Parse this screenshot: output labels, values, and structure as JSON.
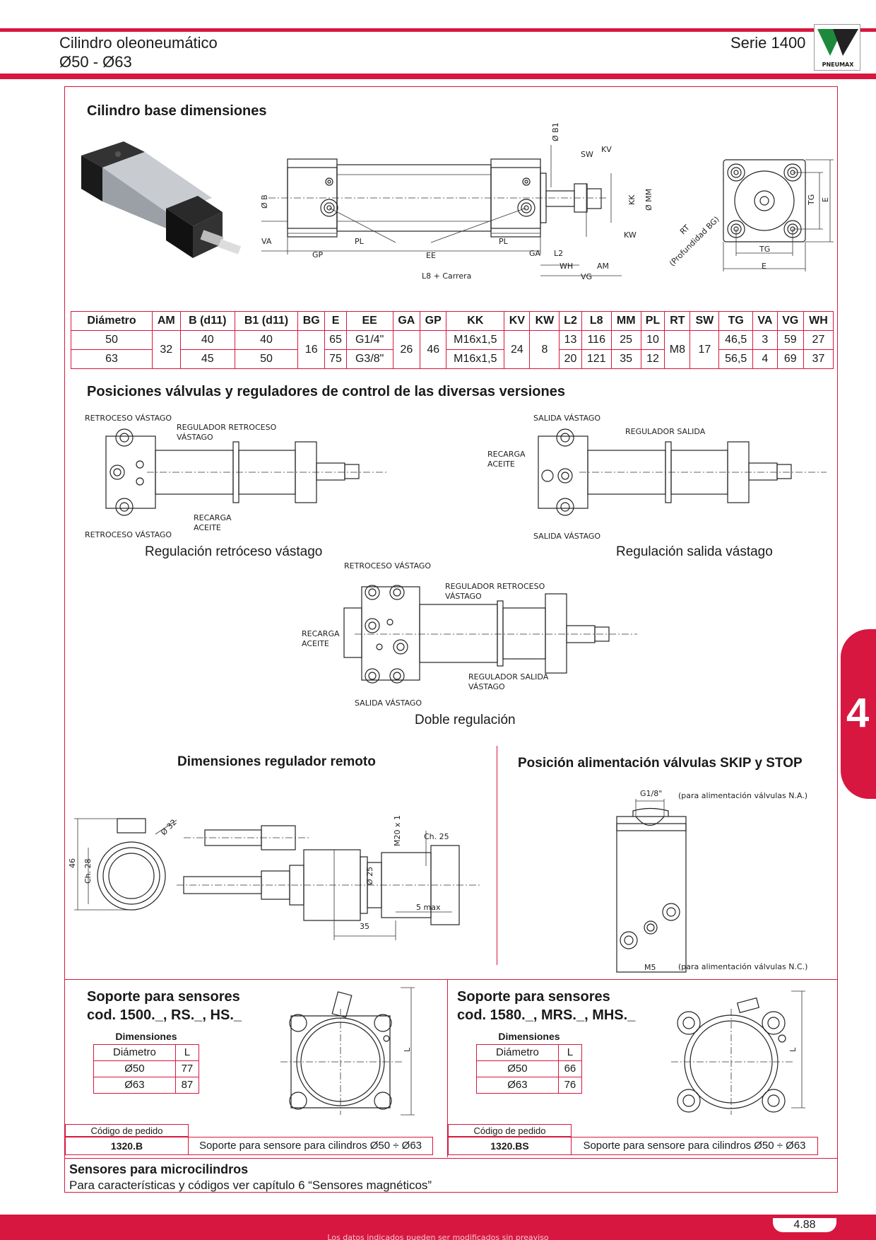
{
  "header": {
    "title_line1": "Cilindro oleoneumático",
    "title_line2": "Ø50 - Ø63",
    "series": "Serie 1400",
    "logo_text": "PNEUMAX"
  },
  "section_base": {
    "title": "Cilindro base dimensiones",
    "labels": {
      "b1": "Ø B1",
      "sw": "SW",
      "kv": "KV",
      "b": "Ø B",
      "kk": "KK",
      "mm": "Ø MM",
      "kw": "KW",
      "va": "VA",
      "pl": "PL",
      "pl2": "PL",
      "gp": "GP",
      "ee": "EE",
      "ga": "GA",
      "l2": "L2",
      "wh": "WH",
      "am": "AM",
      "vg": "VG",
      "l8": "L8 + Carrera",
      "rt": "RT",
      "rt2": "(Profundidad BG)",
      "tg": "TG",
      "tg2": "TG",
      "e": "E",
      "e2": "E"
    }
  },
  "dim_table": {
    "headers": [
      "Diámetro",
      "AM",
      "B (d11)",
      "B1 (d11)",
      "BG",
      "E",
      "EE",
      "GA",
      "GP",
      "KK",
      "KV",
      "KW",
      "L2",
      "L8",
      "MM",
      "PL",
      "RT",
      "SW",
      "TG",
      "VA",
      "VG",
      "WH"
    ],
    "row50": [
      "50",
      "32",
      "40",
      "40",
      "16",
      "65",
      "G1/4\"",
      "26",
      "46",
      "M16x1,5",
      "24",
      "8",
      "13",
      "116",
      "25",
      "10",
      "M8",
      "17",
      "46,5",
      "3",
      "59",
      "27"
    ],
    "row63": [
      "63",
      "45",
      "50",
      "75",
      "G3/8\"",
      "M16x1,5",
      "20",
      "121",
      "35",
      "12",
      "56,5",
      "4",
      "69",
      "37"
    ]
  },
  "section_positions": {
    "title": "Posiciones válvulas y reguladores de control de las diversas versiones",
    "d1": {
      "top": "RETROCESO VÁSTAGO",
      "reg1": "REGULADOR RETROCESO",
      "reg2": "VÁSTAGO",
      "rec1": "RECARGA",
      "rec2": "ACEITE",
      "bottom": "RETROCESO VÁSTAGO",
      "caption": "Regulación retróceso vástago"
    },
    "d2": {
      "top": "SALIDA VÁSTAGO",
      "reg": "REGULADOR SALIDA",
      "rec1": "RECARGA",
      "rec2": "ACEITE",
      "bottom": "SALIDA VÁSTAGO",
      "caption": "Regulación salida vástago"
    },
    "d3": {
      "top": "RETROCESO VÁSTAGO",
      "reg1": "REGULADOR RETROCESO",
      "reg2": "VÁSTAGO",
      "rec1": "RECARGA",
      "rec2": "ACEITE",
      "regs1": "REGULADOR SALIDA",
      "regs2": "VÁSTAGO",
      "bottom": "SALIDA VÁSTAGO",
      "caption": "Doble regulación"
    }
  },
  "section_remote": {
    "title": "Dimensiones regulador remoto",
    "labels": {
      "d32": "Ø 32",
      "h46": "46",
      "ch28": "Ch. 28",
      "m20": "M20 x 1",
      "ch25": "Ch. 25",
      "d25": "Ø 25",
      "max5": "5 max",
      "w35": "35"
    }
  },
  "section_skip": {
    "title": "Posición alimentación válvulas SKIP y STOP",
    "g18": "G1/8\"",
    "na": "(para alimentación válvulas N.A.)",
    "m5": "M5",
    "nc": "(para alimentación válvulas N.C.)"
  },
  "support1": {
    "title1": "Soporte para sensores",
    "title2": "cod. 1500._, RS._, HS._",
    "dims_title": "Dimensiones",
    "col1": "Diámetro",
    "col2": "L",
    "rows": [
      [
        "Ø50",
        "77"
      ],
      [
        "Ø63",
        "87"
      ]
    ],
    "l_label": "L",
    "order_label": "Código de pedido",
    "code": "1320.B",
    "desc": "Soporte para sensore para cilindros Ø50 ÷ Ø63"
  },
  "support2": {
    "title1": "Soporte para sensores",
    "title2": "cod. 1580._, MRS._, MHS._",
    "dims_title": "Dimensiones",
    "col1": "Diámetro",
    "col2": "L",
    "rows": [
      [
        "Ø50",
        "66"
      ],
      [
        "Ø63",
        "76"
      ]
    ],
    "l_label": "L",
    "order_label": "Código de pedido",
    "code": "1320.BS",
    "desc": "Soporte para sensore para cilindros Ø50 ÷ Ø63"
  },
  "sensors": {
    "title": "Sensores para microcilindros",
    "text": "Para características y códigos ver capítulo 6 “Sensores magnéticos”"
  },
  "side_tab": "4",
  "footer": {
    "note": "Los datos indicados pueden ser modificados sin preaviso",
    "page": "4.88"
  },
  "colors": {
    "accent": "#d7173f",
    "logo_green": "#1c8a3a"
  }
}
